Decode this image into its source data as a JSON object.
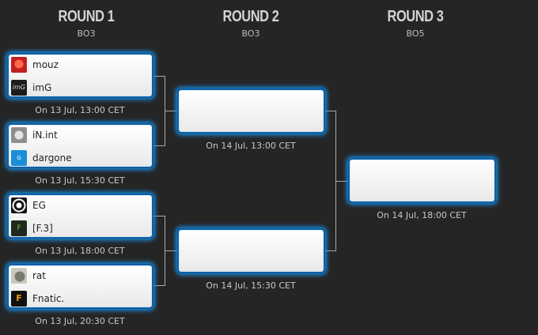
{
  "rounds": [
    {
      "title": "ROUND 1",
      "format": "BO3"
    },
    {
      "title": "ROUND 2",
      "format": "BO3"
    },
    {
      "title": "ROUND 3",
      "format": "BO5"
    }
  ],
  "round1": {
    "matches": [
      {
        "team1": {
          "name": "mouz",
          "logo": "mouz-logo"
        },
        "team2": {
          "name": "imG",
          "logo": "img-logo"
        },
        "time": "On 13 Jul, 13:00 CET"
      },
      {
        "team1": {
          "name": "iN.int",
          "logo": "in-int-logo"
        },
        "team2": {
          "name": "dargone",
          "logo": "dargone-logo"
        },
        "time": "On 13 Jul, 15:30 CET"
      },
      {
        "team1": {
          "name": "EG",
          "logo": "eg-logo"
        },
        "team2": {
          "name": "[F.3]",
          "logo": "f3-logo"
        },
        "time": "On 13 Jul, 18:00 CET"
      },
      {
        "team1": {
          "name": "rat",
          "logo": "rat-logo"
        },
        "team2": {
          "name": "Fnatic.",
          "logo": "fnatic-logo"
        },
        "time": "On 13 Jul, 20:30 CET"
      }
    ]
  },
  "round2": {
    "matches": [
      {
        "time": "On 14 Jul, 13:00 CET"
      },
      {
        "time": "On 14 Jul, 15:30 CET"
      }
    ]
  },
  "round3": {
    "matches": [
      {
        "time": "On 14 Jul, 18:00 CET"
      }
    ]
  },
  "colors": {
    "background": "#252525",
    "accent": "#1690e6",
    "border": "#0a5fa8",
    "connector": "#a9a9a9"
  }
}
